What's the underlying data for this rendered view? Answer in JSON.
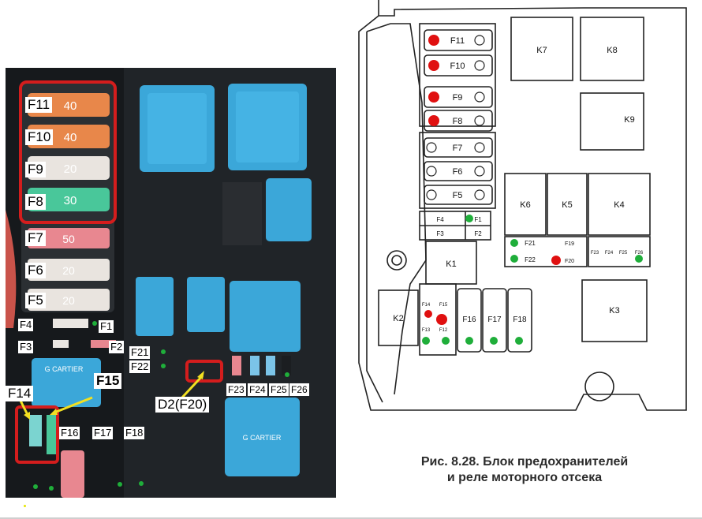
{
  "photo_labels": {
    "f11": "F11",
    "f10": "F10",
    "f9": "F9",
    "f8": "F8",
    "f7": "F7",
    "f6": "F6",
    "f5": "F5",
    "f4": "F4",
    "f3": "F3",
    "f1": "F1",
    "f2": "F2",
    "f21": "F21",
    "f22": "F22",
    "f14": "F14",
    "f15": "F15",
    "f16": "F16",
    "f17": "F17",
    "f18": "F18",
    "d2": "D2(F20)",
    "f23": "F23",
    "f24": "F24",
    "f25": "F25",
    "f26": "F26"
  },
  "diagram_labels": {
    "f11": "F11",
    "f10": "F10",
    "f9": "F9",
    "f8": "F8",
    "f7": "F7",
    "f6": "F6",
    "f5": "F5",
    "f4": "F4",
    "f1": "F1",
    "f3": "F3",
    "f2": "F2",
    "f21": "F21",
    "f19": "F19",
    "f22": "F22",
    "f20": "F20",
    "f23": "F23",
    "f24": "F24",
    "f25": "F25",
    "f26": "F26",
    "f14": "F14",
    "f15": "F15",
    "f13": "F13",
    "f12": "F12",
    "f16": "F16",
    "f17": "F17",
    "f18": "F18",
    "k1": "K1",
    "k2": "K2",
    "k3": "K3",
    "k4": "K4",
    "k5": "K5",
    "k6": "K6",
    "k7": "K7",
    "k8": "K8",
    "k9": "K9"
  },
  "fuse_ratings": {
    "f11": "40",
    "f10": "40",
    "f9": "20",
    "f8": "30",
    "f7": "50",
    "f6": "20",
    "f5": "20"
  },
  "relay_brand": "G CARTIER",
  "caption": {
    "line1": "Рис. 8.28. Блок предохранителей",
    "line2": "и реле моторного отсека"
  },
  "colors": {
    "highlight_red": "#d41d1d",
    "relay_blue": "#3ba7d9",
    "fuse_orange": "#e8874a",
    "fuse_green": "#49c79a",
    "fuse_white": "#e9e4df",
    "fuse_pink": "#e88790",
    "dot_red": "#e01010",
    "dot_green": "#1fae3a",
    "arrow_yellow": "#f2e021"
  }
}
